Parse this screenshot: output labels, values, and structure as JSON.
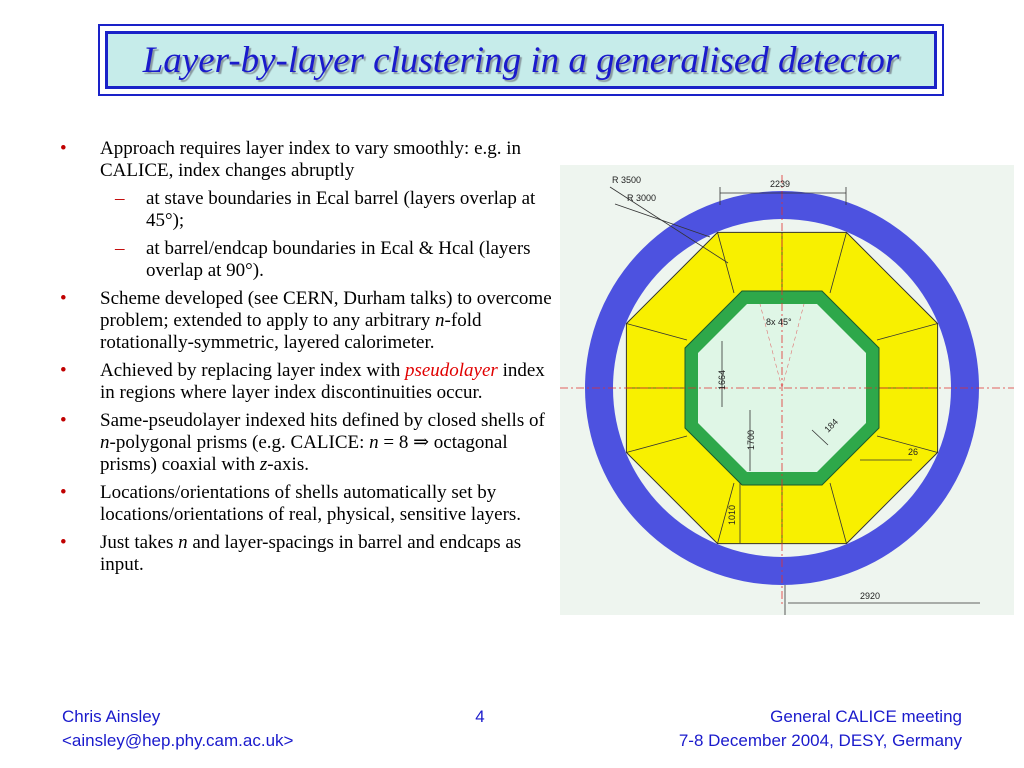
{
  "title": "Layer-by-layer clustering in a generalised detector",
  "bullets": {
    "b1": {
      "text": "Approach requires layer index to vary smoothly: e.g. in CALICE, index changes abruptly",
      "subs": [
        "at stave boundaries in Ecal barrel (layers overlap at 45°);",
        "at barrel/endcap boundaries in Ecal & Hcal (layers overlap at 90°)."
      ]
    },
    "b2": {
      "pre": "Scheme developed (see CERN, Durham talks) to overcome problem; extended to apply to any arbitrary ",
      "n": "n",
      "post": "-fold rotationally-symmetric, layered calorimeter."
    },
    "b3": {
      "pre": "Achieved by replacing layer index with ",
      "em": "pseudolayer",
      "post": " index in regions where layer index discontinuities occur."
    },
    "b4": {
      "p1": "Same-pseudolayer indexed hits defined by closed shells of ",
      "n1": "n",
      "p2": "-polygonal prisms (e.g. CALICE: ",
      "n2": "n",
      "p3": " = 8 ⇒ octagonal prisms) coaxial with ",
      "z": "z",
      "p4": "-axis."
    },
    "b5": "Locations/orientations of shells automatically set by locations/orientations of real, physical, sensitive layers.",
    "b6": {
      "pre": "Just takes ",
      "n": "n",
      "post": " and layer-spacings in barrel and endcaps as input."
    }
  },
  "diagram_labels": {
    "r3500": "R 3500",
    "r3000": "R 3000",
    "d2239": "2239",
    "angle": "8x 45°",
    "d1664": "1664",
    "d1700": "1700",
    "d184": "184",
    "d26": "26",
    "d1010": "1010",
    "d2920": "2920"
  },
  "footer": {
    "author": "Chris Ainsley",
    "email": "<ainsley@hep.phy.cam.ac.uk>",
    "page": "4",
    "meeting": "General CALICE meeting",
    "date_place": "7-8 December 2004, DESY, Germany"
  },
  "colors": {
    "title_text": "#1a1acc",
    "title_bg": "#c6ecea",
    "bullet_marker": "#c00000",
    "coil_blue": "#4d52e0",
    "hcal_yellow": "#f8f000",
    "ecal_green": "#2ea84a"
  }
}
